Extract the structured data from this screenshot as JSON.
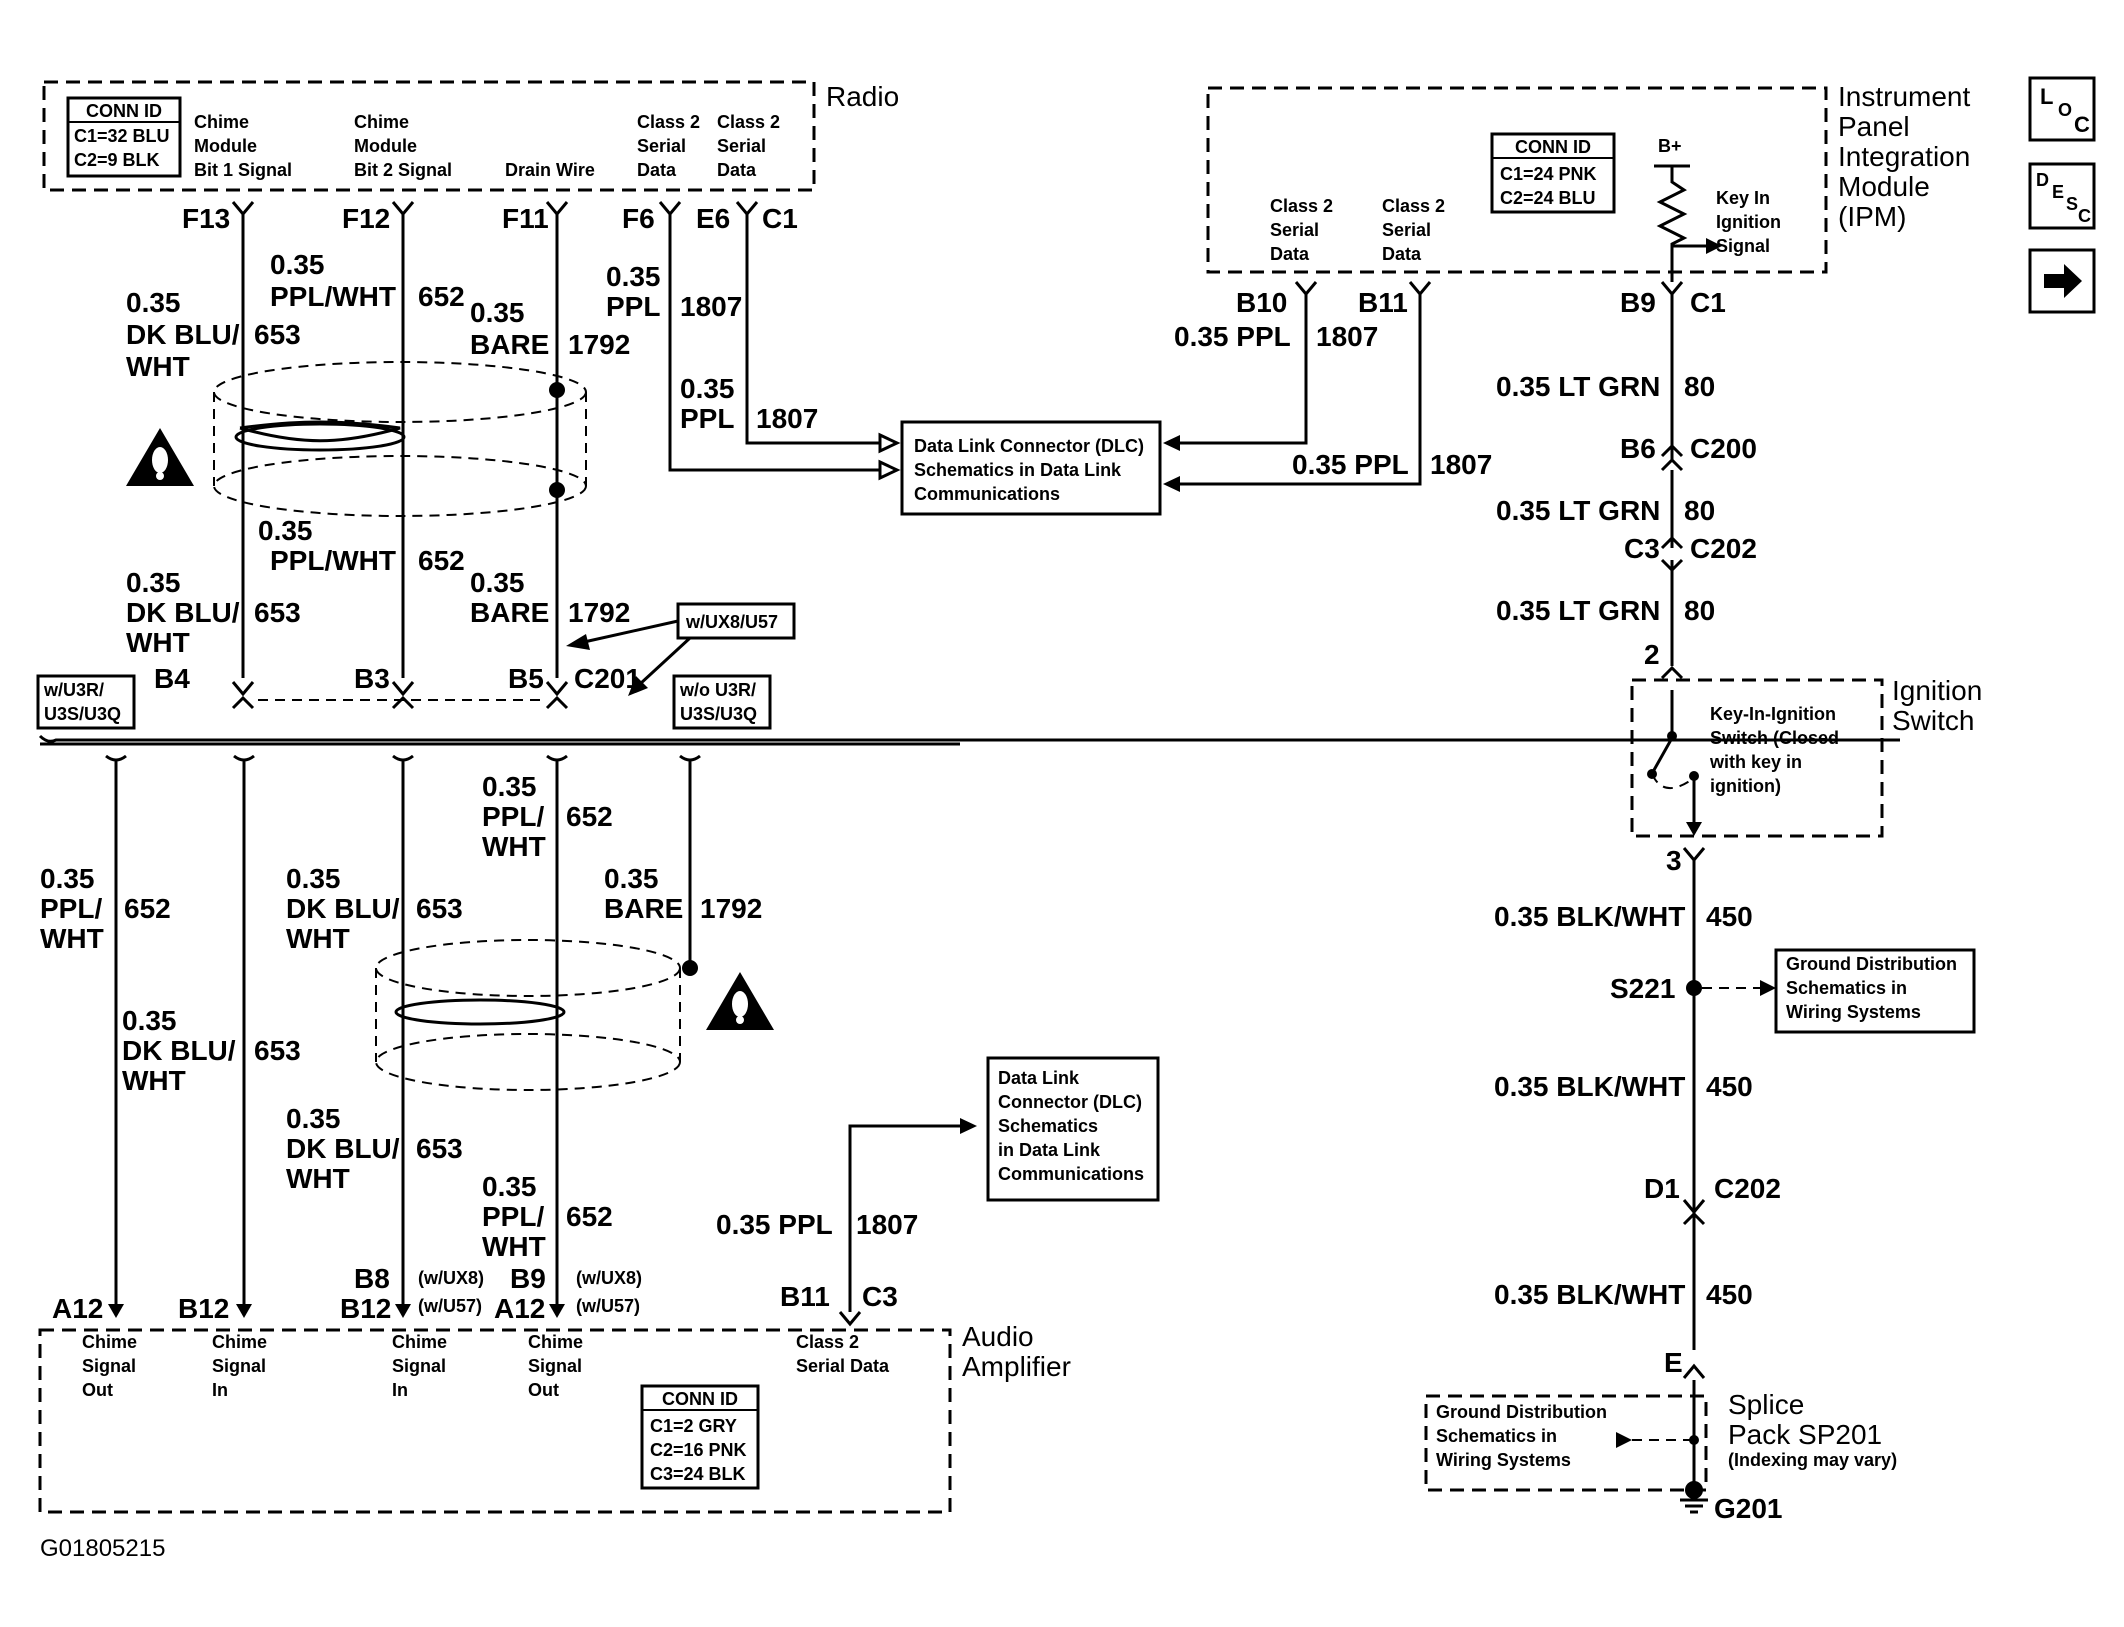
{
  "radio": {
    "title": "Radio",
    "conn_id": [
      "CONN ID",
      "C1=32 BLU",
      "C2=9 BLK"
    ],
    "pins": [
      {
        "top": [
          "Chime",
          "Module",
          "Bit 1 Signal"
        ]
      },
      {
        "top": [
          "Chime",
          "Module",
          "Bit 2 Signal"
        ]
      },
      {
        "top": [
          "Drain Wire"
        ]
      },
      {
        "top": [
          "Class 2",
          "Serial",
          "Data"
        ]
      },
      {
        "top": [
          "Class 2",
          "Serial",
          "Data"
        ]
      }
    ],
    "terminals": [
      "F13",
      "F12",
      "F11",
      "F6",
      "E6",
      "C1"
    ]
  },
  "ipm": {
    "title": [
      "Instrument",
      "Panel",
      "Integration",
      "Module",
      "(IPM)"
    ],
    "conn_id": [
      "CONN ID",
      "C1=24 PNK",
      "C2=24 BLU"
    ],
    "bplus": "B+",
    "key_label": [
      "Key In",
      "Ignition",
      "Signal"
    ],
    "class2": [
      [
        "Class 2",
        "Serial",
        "Data"
      ],
      [
        "Class 2",
        "Serial",
        "Data"
      ]
    ],
    "terminals": [
      "B10",
      "B11",
      "B9",
      "C1"
    ]
  },
  "wires_upper": {
    "w1": {
      "gauge": "0.35",
      "color": [
        "DK BLU/",
        "WHT"
      ],
      "circuit": "653"
    },
    "w2": {
      "gauge": "0.35",
      "color": [
        "PPL/WHT"
      ],
      "circuit": "652"
    },
    "w3": {
      "gauge": "0.35",
      "color": [
        "BARE"
      ],
      "circuit": "1792"
    },
    "w4": {
      "gauge": "0.35",
      "color": [
        "PPL"
      ],
      "circuit": "1807"
    },
    "w5": {
      "gauge": "0.35",
      "color": [
        "PPL"
      ],
      "circuit": "1807"
    },
    "w6": {
      "gauge": "0.35",
      "color": [
        "DK BLU/",
        "WHT"
      ],
      "circuit": "653"
    },
    "w7": {
      "gauge": "0.35",
      "color": [
        "PPL/WHT"
      ],
      "circuit": "652"
    },
    "w8": {
      "gauge": "0.35",
      "color": [
        "BARE"
      ],
      "circuit": "1792"
    }
  },
  "ipm_wires": {
    "w_b10": "0.35 PPL",
    "w_b10_circuit": "1807",
    "w_b11": "0.35 PPL",
    "w_b11_circuit": "1807"
  },
  "dlc_box": [
    "Data Link Connector (DLC)",
    "Schematics in Data Link",
    "Communications"
  ],
  "dlc_box2": [
    "Data Link",
    "Connector (DLC)",
    "Schematics",
    "in Data Link",
    "Communications"
  ],
  "c201": {
    "note": "w/UX8/U57",
    "terms": [
      "B4",
      "B3",
      "B5",
      "C201"
    ],
    "left_note": [
      "w/U3R/",
      "U3S/U3Q"
    ],
    "right_note": [
      "w/o U3R/",
      "U3S/U3Q"
    ]
  },
  "wires_lower": {
    "l1": {
      "gauge": "0.35",
      "color": [
        "PPL/",
        "WHT"
      ],
      "circuit": "652"
    },
    "l2": {
      "gauge": "0.35",
      "color": [
        "DK BLU/",
        "WHT"
      ],
      "circuit": "653"
    },
    "l3": {
      "gauge": "0.35",
      "color": [
        "DK BLU/",
        "WHT"
      ],
      "circuit": "653"
    },
    "l4": {
      "gauge": "0.35",
      "color": [
        "PPL/",
        "WHT"
      ],
      "circuit": "652"
    },
    "l5": {
      "gauge": "0.35",
      "color": [
        "BARE"
      ],
      "circuit": "1792"
    },
    "l6": {
      "gauge": "0.35",
      "color": [
        "DK BLU/",
        "WHT"
      ],
      "circuit": "653"
    },
    "l7": {
      "gauge": "0.35",
      "color": [
        "PPL/",
        "WHT"
      ],
      "circuit": "652"
    },
    "l8": {
      "gauge": "0.35 PPL",
      "circuit": "1807"
    }
  },
  "amp": {
    "title": [
      "Audio",
      "Amplifier"
    ],
    "conn_id": [
      "CONN ID",
      "C1=2 GRY",
      "C2=16 PNK",
      "C3=24 BLK"
    ],
    "pins": [
      [
        "Chime",
        "Signal",
        "Out"
      ],
      [
        "Chime",
        "Signal",
        "In"
      ],
      [
        "Chime",
        "Signal",
        "In"
      ],
      [
        "Chime",
        "Signal",
        "Out"
      ],
      [
        "Class 2",
        "Serial Data"
      ]
    ],
    "terms": [
      "A12",
      "B12",
      "B8",
      "B12",
      "(w/UX8)",
      "(w/U57)",
      "B9",
      "A12",
      "(w/UX8)",
      "(w/U57)",
      "B11",
      "C3"
    ]
  },
  "ign_circuit": {
    "seg1": {
      "label": "0.35 LT GRN",
      "circuit": "80"
    },
    "b6": "B6",
    "c200": "C200",
    "seg2": {
      "label": "0.35 LT GRN",
      "circuit": "80"
    },
    "c3": "C3",
    "c202": "C202",
    "seg3": {
      "label": "0.35 LT GRN",
      "circuit": "80"
    },
    "pin2": "2",
    "switch_title": [
      "Ignition",
      "Switch"
    ],
    "switch_desc": [
      "Key-In-Ignition",
      "Switch (Closed",
      "with key in",
      "ignition)"
    ],
    "pin3": "3",
    "seg4": {
      "label": "0.35 BLK/WHT",
      "circuit": "450"
    },
    "s221": "S221",
    "gnd_box": [
      "Ground Distribution",
      "Schematics in",
      "Wiring Systems"
    ],
    "seg5": {
      "label": "0.35 BLK/WHT",
      "circuit": "450"
    },
    "d1": "D1",
    "c202b": "C202",
    "seg6": {
      "label": "0.35 BLK/WHT",
      "circuit": "450"
    },
    "e": "E",
    "splice_title": [
      "Splice",
      "Pack SP201"
    ],
    "splice_note": "(Indexing may vary)",
    "gnd_box2": [
      "Ground Distribution",
      "Schematics in",
      "Wiring Systems"
    ],
    "g201": "G201"
  },
  "nav": {
    "loc": [
      "L",
      "O",
      "C"
    ],
    "desc": [
      "D",
      "E",
      "S",
      "C"
    ],
    "next_icon": "arrow-right-icon"
  },
  "figure_id": "G01805215"
}
